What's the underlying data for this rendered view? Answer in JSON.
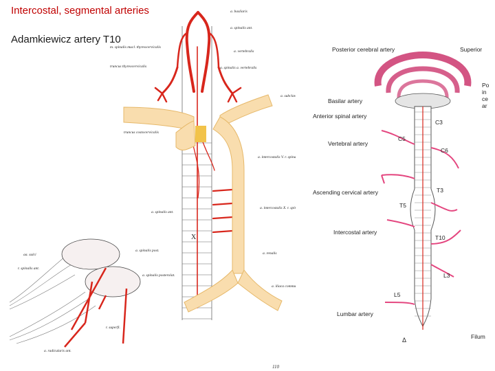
{
  "slide": {
    "title": "Intercostal, segmental arteries",
    "subtitle": "Adamkiewicz artery T10"
  },
  "left_figure": {
    "labels": [
      "a. basilaris",
      "a. spinalis ant.",
      "a. vertebralis",
      "a. spinalis a. vertebralis",
      "truncus thyreocervicalis",
      "a. subclavia",
      "truncus costocervicalis",
      "a. intercostalis V. r. spinalis",
      "a. intercostalis X. r. spinalis",
      "a. spinalis ant.",
      "a. renalis",
      "a. iliaca communis",
      "m. spinalis mucl. thyreocervicalis"
    ],
    "roman_marker": "X"
  },
  "bottom_figure": {
    "labels": [
      "aa. sulci",
      "r. spinalis ant.",
      "a. spinalis post.",
      "a. spinalis posterolat.",
      "r. superfi.",
      "a. radicularis ant."
    ]
  },
  "page_number": "110",
  "right_figure": {
    "labels": [
      "Posterior cerebral artery",
      "Superior",
      "Basilar artery",
      "Anterior spinal artery",
      "Vertebral artery",
      "Ascending cervical artery",
      "Intercostal artery",
      "Lumbar artery",
      "Filum"
    ],
    "edge_text": [
      "Po",
      "in",
      "ce",
      "ar"
    ],
    "levels": [
      "C3",
      "C5",
      "C6",
      "T3",
      "T5",
      "T10",
      "L3",
      "L5"
    ],
    "triangle_symbol": "Δ"
  },
  "colors": {
    "title": "#c00000",
    "artery_red": "#d8261c",
    "artery_pink": "#e4467f",
    "vessel_yellow": "#f9ddae",
    "vessel_outline": "#e6b869"
  }
}
